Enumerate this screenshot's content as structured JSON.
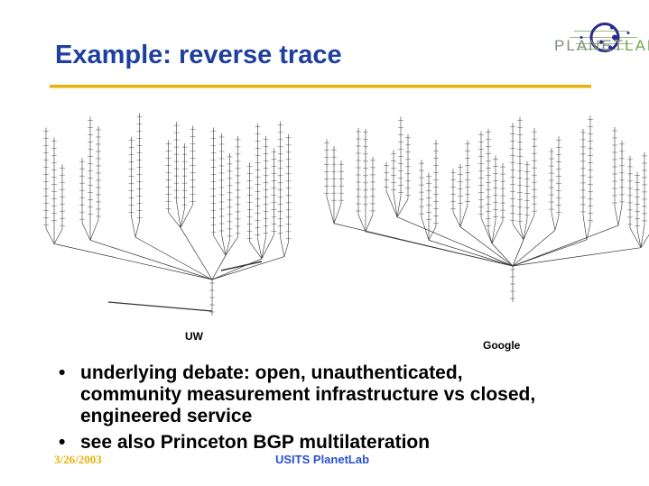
{
  "title": "Example: reverse trace",
  "logo": {
    "text_a": "PLANET",
    "text_b": "LAB"
  },
  "diagram": {
    "left_label": "UW",
    "right_label": "Google"
  },
  "bullets": [
    "underlying debate: open, unauthenticated, community measurement infrastructure vs closed, engineered service",
    "see also Princeton BGP multilateration"
  ],
  "footer": {
    "date": "3/26/2003",
    "center": "USITS PlanetLab"
  },
  "colors": {
    "title": "#1f3f9f",
    "rule": "#e8b20c",
    "footer": "#2b50d0"
  }
}
